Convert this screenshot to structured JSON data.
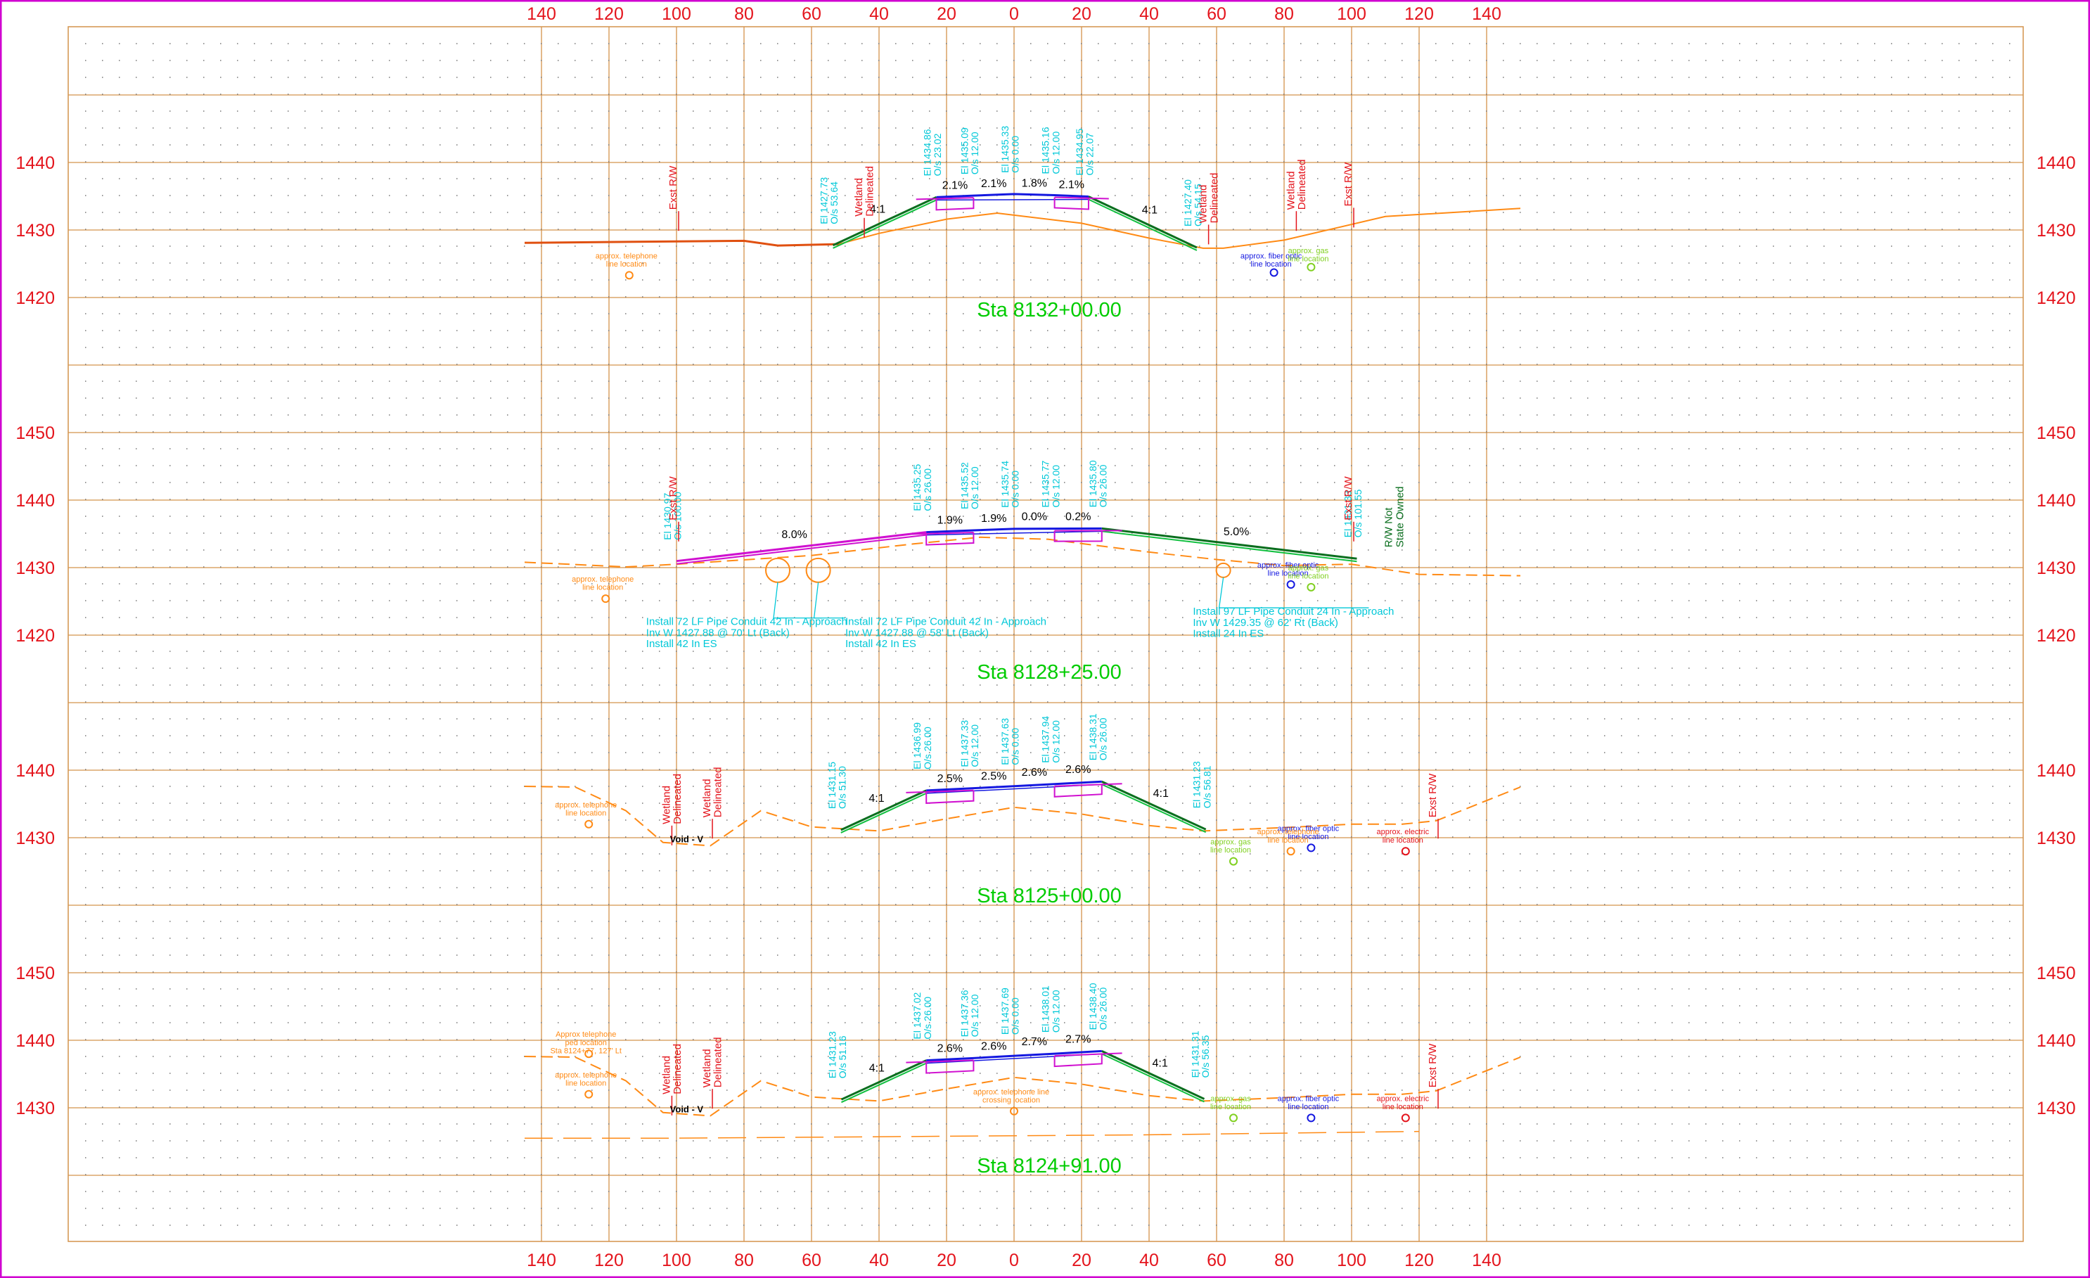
{
  "drawing_title": "",
  "colors": {
    "grid": "#d4934c",
    "red": "#e4141c",
    "cyan": "#00c8d8",
    "green": "#00cc00",
    "dark_green": "#0a6e1e",
    "blue": "#1418e0",
    "magenta": "#d010d0",
    "orange": "#ff8a14",
    "lime": "#80d020",
    "border": "#d000d0"
  },
  "x_axis": {
    "top_labels": [
      "140",
      "120",
      "100",
      "80",
      "60",
      "40",
      "20",
      "0",
      "20",
      "40",
      "60",
      "80",
      "100",
      "120",
      "140"
    ],
    "bottom_labels": [
      "140",
      "120",
      "100",
      "80",
      "60",
      "40",
      "20",
      "0",
      "20",
      "40",
      "60",
      "80",
      "100",
      "120",
      "140"
    ]
  },
  "sections": [
    {
      "station": "Sta 8132+00.00",
      "elev_labels": [
        "1440",
        "1430",
        "1420"
      ],
      "slopes": [
        "4:1",
        "2.1%",
        "2.1%",
        "1.8%",
        "2.1%",
        "4:1"
      ],
      "callouts": [
        {
          "text": "El 1427.73\nO/s 53.64"
        },
        {
          "text": "El 1434.86\nO/s 23.02"
        },
        {
          "text": "El 1435.09\nO/s 12.00"
        },
        {
          "text": "El 1435.33\nO/s 0.00"
        },
        {
          "text": "El 1435.16\nO/s 12.00"
        },
        {
          "text": "El 1434.95\nO/s 22.07"
        },
        {
          "text": "El 1427.40\nO/s 54.15"
        }
      ],
      "red_labels": [
        "Exst R/W",
        "Wetland\nDelineated",
        "Wetland\nDelineated",
        "Wetland\nDelineated",
        "Exst R/W"
      ],
      "utilities": [
        {
          "text": "approx. telephone\nline location"
        },
        {
          "text": "approx. fiber optic\nline location"
        },
        {
          "text": "approx. gas\nline location"
        }
      ]
    },
    {
      "station": "Sta 8128+25.00",
      "elev_labels": [
        "1450",
        "1440",
        "1430",
        "1420"
      ],
      "slopes": [
        "8.0%",
        "1.9%",
        "1.9%",
        "0.0%",
        "0.2%",
        "5.0%"
      ],
      "callouts": [
        {
          "text": "El 1430.97\nO/s 100.00"
        },
        {
          "text": "El 1435.25\nO/s 26.00"
        },
        {
          "text": "El 1435.52\nO/s 12.00"
        },
        {
          "text": "El 1435.74\nO/s 0.00"
        },
        {
          "text": "El 1435.77\nO/s 12.00"
        },
        {
          "text": "El 1435.80\nO/s 26.00"
        },
        {
          "text": "El 1431.33\nO/s 101.55"
        }
      ],
      "red_labels": [
        "Exst R/W",
        "Exst R/W"
      ],
      "green_labels": [
        "R/W Not\nState Owned"
      ],
      "notes": [
        "Install 72 LF Pipe Conduit 42 In - Approach\nInv W 1427.88 @ 70' Lt (Back)\nInstall 42 In ES",
        "Install 72 LF Pipe Conduit 42 In - Approach\nInv W 1427.88 @ 58' Lt (Back)\nInstall 42 In ES",
        "Install 97 LF Pipe Conduit 24 In - Approach\nInv W 1429.35 @ 62' Rt (Back)\nInstall 24 In ES"
      ],
      "utilities": [
        {
          "text": "approx. telephone\nline location"
        },
        {
          "text": "approx. fiber optic\nline location"
        },
        {
          "text": "approx. gas\nline location"
        }
      ]
    },
    {
      "station": "Sta 8125+00.00",
      "elev_labels": [
        "1440",
        "1430"
      ],
      "slopes": [
        "4:1",
        "2.5%",
        "2.5%",
        "2.6%",
        "2.6%",
        "4:1"
      ],
      "callouts": [
        {
          "text": "El 1431.15\nO/s 51.30"
        },
        {
          "text": "El 1436.99\nO/s 26.00"
        },
        {
          "text": "El 1437.33\nO/s 12.00"
        },
        {
          "text": "El 1437.63\nO/s 0.00"
        },
        {
          "text": "El 1437.94\nO/s 12.00"
        },
        {
          "text": "El 1438.31\nO/s 26.00"
        },
        {
          "text": "El 1431.23\nO/s 56.81"
        }
      ],
      "red_labels": [
        "Wetland\nDelineated",
        "Wetland\nDelineated",
        "Exst R/W"
      ],
      "void_label": "Void - V",
      "utilities": [
        {
          "text": "approx. telephone\nline location"
        },
        {
          "text": "approx. gas\nline location"
        },
        {
          "text": "approx. fiber optic\nline location"
        },
        {
          "text": "approx. telephone\nline location"
        },
        {
          "text": "approx. electric\nline location"
        }
      ]
    },
    {
      "station": "Sta 8124+91.00",
      "elev_labels": [
        "1450",
        "1440",
        "1430"
      ],
      "slopes": [
        "4:1",
        "2.6%",
        "2.6%",
        "2.7%",
        "2.7%",
        "4:1"
      ],
      "callouts": [
        {
          "text": "El 1431.23\nO/s 51.16"
        },
        {
          "text": "El 1437.02\nO/s 26.00"
        },
        {
          "text": "El 1437.36\nO/s 12.00"
        },
        {
          "text": "El 1437.69\nO/s 0.00"
        },
        {
          "text": "El 1438.01\nO/s 12.00"
        },
        {
          "text": "El 1438.40\nO/s 26.00"
        },
        {
          "text": "El 1431.31\nO/s 56.35"
        }
      ],
      "red_labels": [
        "Wetland\nDelineated",
        "Wetland\nDelineated",
        "Exst R/W"
      ],
      "void_label": "Void - V",
      "utilities": [
        {
          "text": "Approx telephone\nped location\nSta 8124+77, 127' Lt"
        },
        {
          "text": "approx. telephone\nline location"
        },
        {
          "text": "approx. telephone line\ncrossing location"
        },
        {
          "text": "approx. gas\nline location"
        },
        {
          "text": "approx. fiber optic\nline location"
        },
        {
          "text": "approx. electric\nline location"
        }
      ]
    }
  ]
}
